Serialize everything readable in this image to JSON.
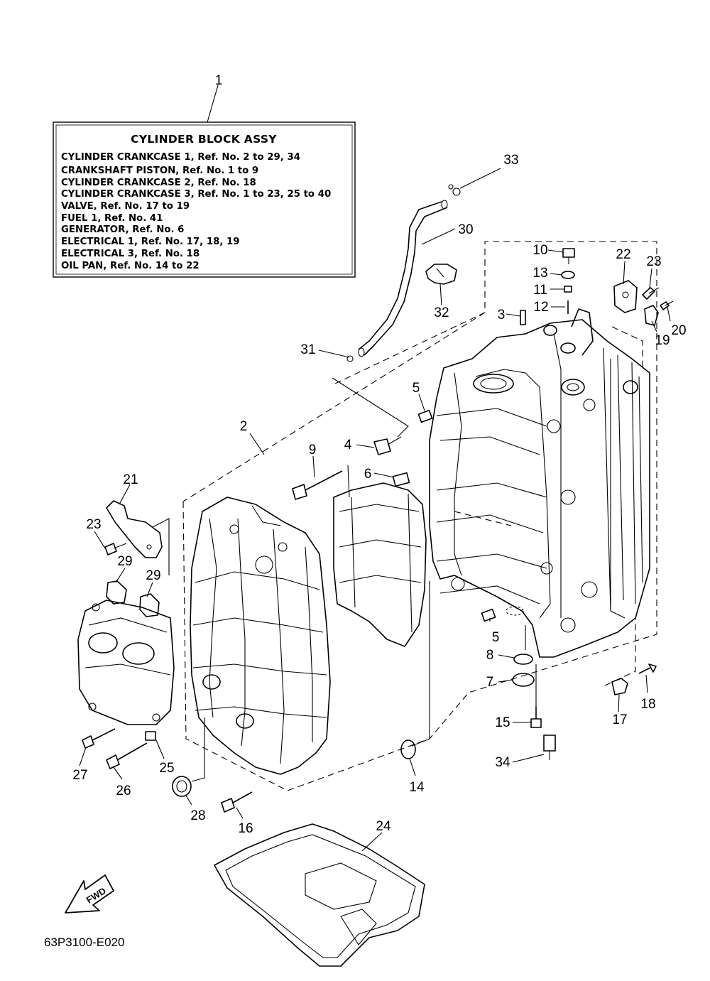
{
  "info_box": {
    "title": "CYLINDER BLOCK ASSY",
    "lines": [
      "CYLINDER CRANKCASE 1, Ref. No. 2 to 29, 34",
      "CRANKSHAFT PISTON,  Ref. No. 1 to 9",
      "CYLINDER CRANKCASE 2, Ref. No. 18",
      "CYLINDER CRANKCASE 3, Ref. No. 1 to 23, 25 to 40",
      "VALVE,  Ref. No. 17 to 19",
      "FUEL 1,  Ref. No. 41",
      "GENERATOR,   Ref. No. 6",
      "ELECTRICAL 1, Ref. No. 17, 18, 19",
      "ELECTRICAL 3, Ref. No. 18",
      "OIL PAN,  Ref. No. 14 to 22"
    ]
  },
  "callouts": [
    "1",
    "2",
    "3",
    "4",
    "5",
    "5",
    "6",
    "7",
    "8",
    "9",
    "10",
    "11",
    "12",
    "13",
    "14",
    "15",
    "16",
    "17",
    "18",
    "19",
    "20",
    "21",
    "22",
    "23",
    "23",
    "24",
    "25",
    "26",
    "27",
    "28",
    "29",
    "29",
    "30",
    "31",
    "32",
    "33",
    "34"
  ],
  "fwd_label": "FWD",
  "part_number": "63P3100-E020"
}
